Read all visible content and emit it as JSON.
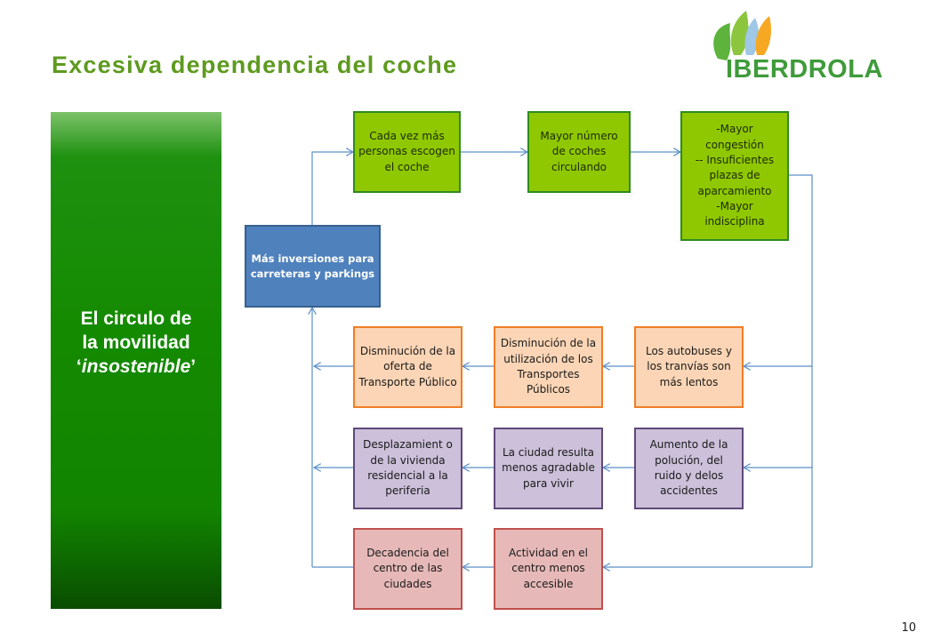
{
  "title": "Excesiva dependencia del coche",
  "logo": {
    "text": "IBERDROLA"
  },
  "side_panel": {
    "line1": "El circulo de",
    "line2": "la movilidad",
    "line3_prefix": "‘",
    "line3_italic": "insostenible",
    "line3_suffix": "’"
  },
  "boxes": {
    "b1": "Cada vez más personas escogen el coche",
    "b2": "Mayor número de coches circulando",
    "b3": "-Mayor congestión\n-- Insuficientes plazas de aparcamiento\n-Mayor indisciplina",
    "b4": "Más inversiones para carreteras y parkings",
    "b5": "Disminución de la oferta de Transporte Público",
    "b6": "Disminución de la utilización de los Transportes Públicos",
    "b7": "Los autobuses y los tranvías son más lentos",
    "b8": "Desplazamient o de la vivienda residencial a la periferia",
    "b9": "La ciudad resulta menos agradable para vivir",
    "b10": "Aumento de la polución, del ruido y delos accidentes",
    "b11": "Decadencia del centro de las ciudades",
    "b12": "Actividad en el centro menos accesible"
  },
  "page_number": "10",
  "colors": {
    "title": "#5e9a1f",
    "connector": "#5b8fc7",
    "green_box": "#8fc800",
    "blue_box": "#4f81bd",
    "orange_box": "#fbd5b5",
    "purple_box": "#ccc0da",
    "red_box": "#e6b9b8"
  }
}
